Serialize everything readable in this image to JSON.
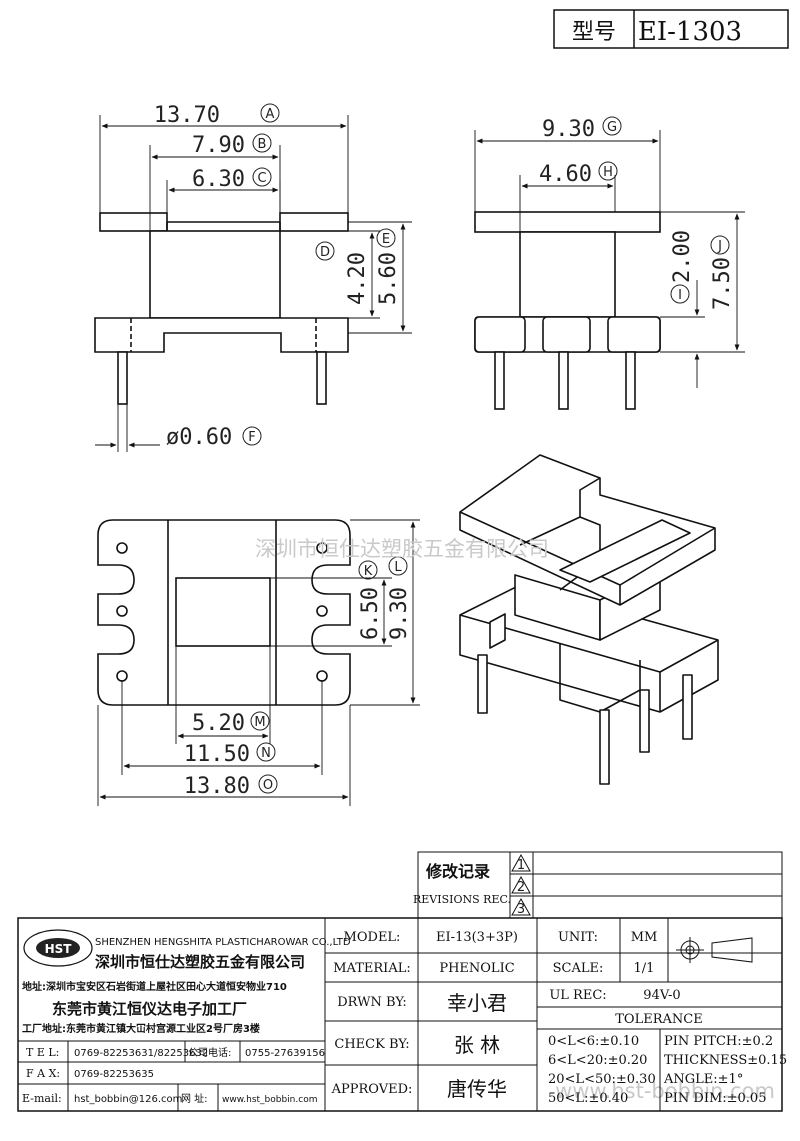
{
  "title_block": {
    "model_label": "型号",
    "model_value": "EI-1303"
  },
  "dims": {
    "A": {
      "value": "13.70",
      "tag": "A"
    },
    "B": {
      "value": "7.90",
      "tag": "B"
    },
    "C": {
      "value": "6.30",
      "tag": "C"
    },
    "D": {
      "value": "4.20",
      "tag": "D"
    },
    "E": {
      "value": "5.60",
      "tag": "E"
    },
    "F": {
      "value": "ø0.60",
      "tag": "F"
    },
    "G": {
      "value": "9.30",
      "tag": "G"
    },
    "H": {
      "value": "4.60",
      "tag": "H"
    },
    "I": {
      "value": "2.00",
      "tag": "I"
    },
    "J": {
      "value": "7.50",
      "tag": "J"
    },
    "K": {
      "value": "6.50",
      "tag": "K"
    },
    "L": {
      "value": "9.30",
      "tag": "L"
    },
    "M": {
      "value": "5.20",
      "tag": "M"
    },
    "N": {
      "value": "11.50",
      "tag": "N"
    },
    "O": {
      "value": "13.80",
      "tag": "O"
    }
  },
  "watermark": "深圳市恒仕达塑胶五金有限公司",
  "watermark2": "www.hst-bobbin.com",
  "revisions": {
    "label_cn": "修改记录",
    "label_en": "REVISIONS REC.",
    "marks": [
      "1",
      "2",
      "3"
    ]
  },
  "company": {
    "logo": "HST",
    "name_en": "SHENZHEN HENGSHITA PLASTICHAROWAR CO.,LTD",
    "name_cn": "深圳市恒仕达塑胶五金有限公司",
    "address": "地址:深圳市宝安区石岩街道上屋社区田心大道恒安物业710",
    "factory_cn": "东莞市黄江恒仪达电子加工厂",
    "factory_address": "工厂地址:东莞市黄江镇大冚村宫源工业区2号厂房3楼",
    "tel_label": "T E L:",
    "tel": "0769-82253631/82253632",
    "company_tel_label": "公司电话:",
    "company_tel": "0755-27639156",
    "fax_label": "F A X:",
    "fax": "0769-82253635",
    "email_label": "E-mail:",
    "email": "hst_bobbin@126.com",
    "web_label": "网 址:",
    "web": "www.hst_bobbin.com"
  },
  "spec": {
    "model_label": "MODEL:",
    "model": "EI-13(3+3P)",
    "material_label": "MATERIAL:",
    "material": "PHENOLIC",
    "drawn_label": "DRWN BY:",
    "drawn": "幸小君",
    "check_label": "CHECK BY:",
    "check": "张 林",
    "approved_label": "APPROVED:",
    "approved": "唐传华",
    "unit_label": "UNIT:",
    "unit": "MM",
    "scale_label": "SCALE:",
    "scale": "1/1",
    "ul_label": "UL REC:",
    "ul": "94V-0",
    "tolerance_label": "TOLERANCE",
    "tol1": "0<L<6:±0.10",
    "tol2": "6<L<20:±0.20",
    "tol3": "20<L<50:±0.30",
    "tol4": "50<L:±0.40",
    "pin_pitch": "PIN PITCH:±0.2",
    "thickness": "THICKNESS±0.15",
    "angle": "ANGLE:±1°",
    "pin_dim": "PIN DIM:±0.05"
  }
}
